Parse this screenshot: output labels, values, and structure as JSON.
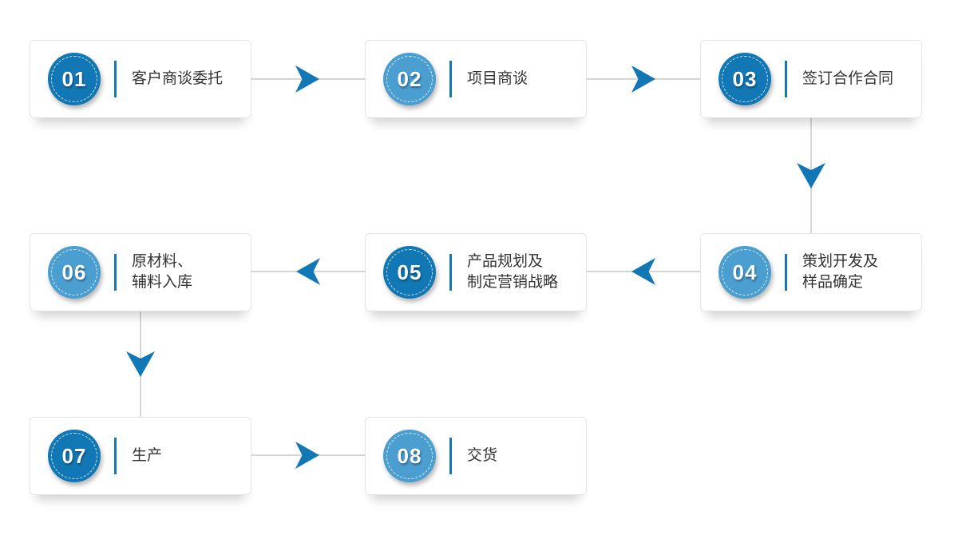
{
  "diagram": {
    "type": "process-flow",
    "steps": [
      {
        "number": "01",
        "line1": "客户商谈委托",
        "line2": "",
        "variant": "dark"
      },
      {
        "number": "02",
        "line1": "项目商谈",
        "line2": "",
        "variant": "light"
      },
      {
        "number": "03",
        "line1": "签订合作合同",
        "line2": "",
        "variant": "dark"
      },
      {
        "number": "04",
        "line1": "策划开发及",
        "line2": "样品确定",
        "variant": "light"
      },
      {
        "number": "05",
        "line1": "产品规划及",
        "line2": "制定营销战略",
        "variant": "dark"
      },
      {
        "number": "06",
        "line1": "原材料、",
        "line2": "辅料入库",
        "variant": "light"
      },
      {
        "number": "07",
        "line1": "生产",
        "line2": "",
        "variant": "dark"
      },
      {
        "number": "08",
        "line1": "交货",
        "line2": "",
        "variant": "light"
      }
    ],
    "connections": [
      "01→02",
      "02→03",
      "03→04",
      "04→05",
      "05→06",
      "06→07",
      "07→08"
    ],
    "colors": {
      "dark": "#1278b5",
      "light": "#4a9ed0",
      "connector": "#d6d6d6",
      "arrow": "#1278b5",
      "text": "#333333",
      "background": "#ffffff"
    }
  }
}
